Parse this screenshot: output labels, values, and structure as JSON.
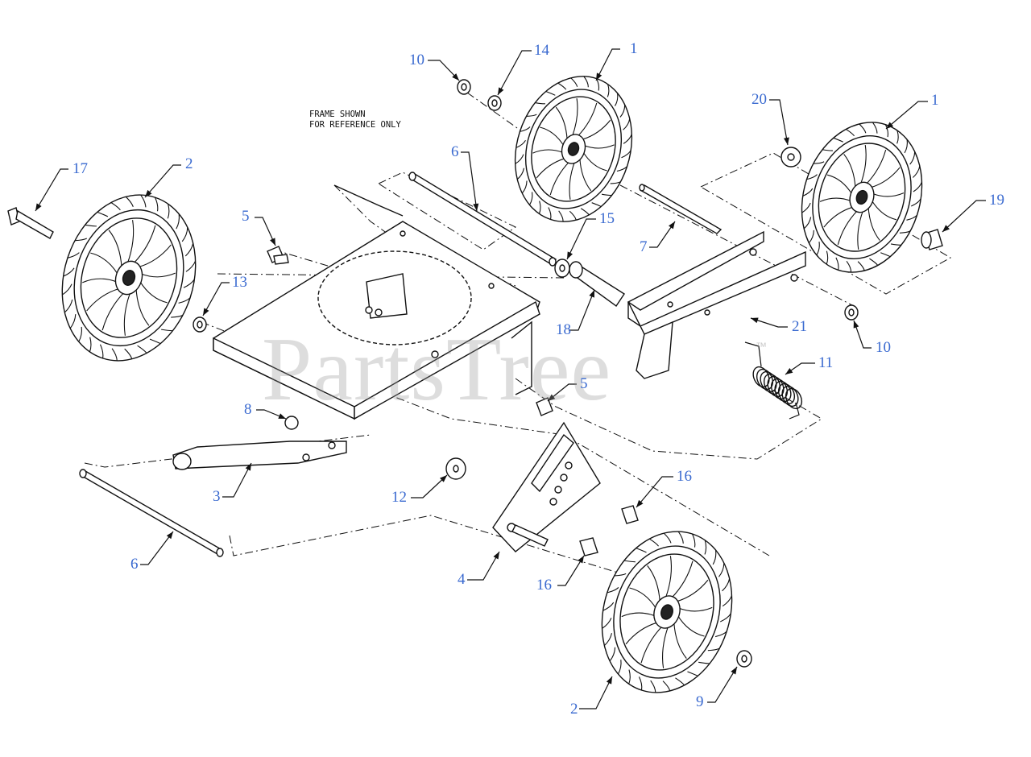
{
  "diagram": {
    "note": "FRAME SHOWN\nFOR REFERENCE ONLY",
    "watermark": "PartsTree",
    "watermark_tm": "™",
    "callouts": [
      {
        "id": "c1a",
        "label": "1"
      },
      {
        "id": "c1b",
        "label": "1"
      },
      {
        "id": "c2a",
        "label": "2"
      },
      {
        "id": "c2b",
        "label": "2"
      },
      {
        "id": "c3",
        "label": "3"
      },
      {
        "id": "c4",
        "label": "4"
      },
      {
        "id": "c5a",
        "label": "5"
      },
      {
        "id": "c5b",
        "label": "5"
      },
      {
        "id": "c6a",
        "label": "6"
      },
      {
        "id": "c6b",
        "label": "6"
      },
      {
        "id": "c7",
        "label": "7"
      },
      {
        "id": "c8",
        "label": "8"
      },
      {
        "id": "c9",
        "label": "9"
      },
      {
        "id": "c10a",
        "label": "10"
      },
      {
        "id": "c10b",
        "label": "10"
      },
      {
        "id": "c11",
        "label": "11"
      },
      {
        "id": "c12",
        "label": "12"
      },
      {
        "id": "c13",
        "label": "13"
      },
      {
        "id": "c14",
        "label": "14"
      },
      {
        "id": "c15",
        "label": "15"
      },
      {
        "id": "c16a",
        "label": "16"
      },
      {
        "id": "c16b",
        "label": "16"
      },
      {
        "id": "c17",
        "label": "17"
      },
      {
        "id": "c18",
        "label": "18"
      },
      {
        "id": "c19",
        "label": "19"
      },
      {
        "id": "c20",
        "label": "20"
      },
      {
        "id": "c21",
        "label": "21"
      }
    ],
    "colors": {
      "callout": "#3a6ad0",
      "line": "#111111",
      "watermark": "#969696"
    }
  }
}
